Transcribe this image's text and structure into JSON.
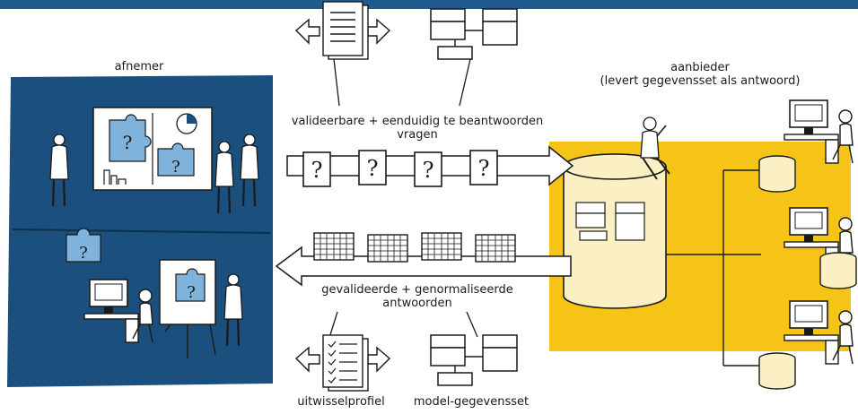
{
  "labels": {
    "afnemer": "afnemer",
    "aanbieder": "aanbieder",
    "aanbieder_sub": "(levert gegevensset als antwoord)",
    "vragen_line1": "valideerbare + eenduidig te beantwoorden",
    "vragen_line2": "vragen",
    "antwoorden_line1": "gevalideerde + genormaliseerde",
    "antwoorden_line2": "antwoorden",
    "uitwisselprofiel": "uitwisselprofiel",
    "model_gegevensset": "model-gegevensset"
  },
  "question_mark": "?",
  "colors": {
    "brand_blue": "#1f5b8f",
    "dark_blue": "#1b4f7e",
    "yellow": "#f6c417",
    "cream": "#fbf0c4",
    "puzzle": "#7fb3dc",
    "ink": "#1a1a1a"
  },
  "icons": [
    "document-icon",
    "model-icon",
    "question-card-icon",
    "answer-grid-icon",
    "checklist-icon",
    "database-icon",
    "computer-workstation-icon",
    "puzzle-icon",
    "person-icon"
  ]
}
